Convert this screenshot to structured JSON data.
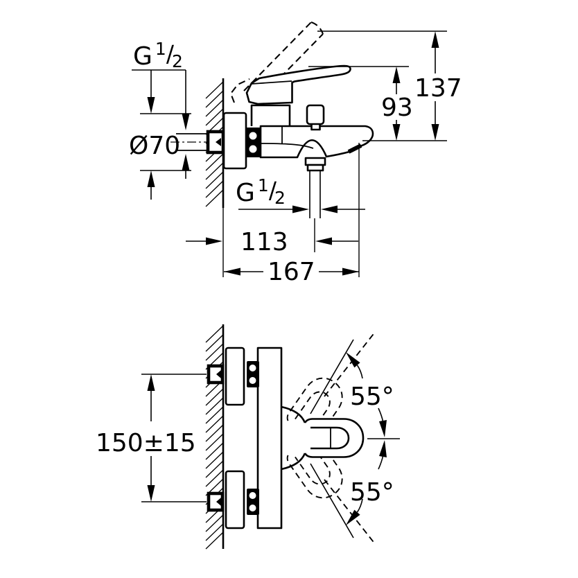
{
  "drawing": {
    "background": "#ffffff",
    "ink": "#000000",
    "side_view": {
      "thread_label_top": {
        "prefix": "G",
        "numerator": "1",
        "slash": "/",
        "denominator": "2"
      },
      "flange_diameter_label": "Ø70",
      "spout_height_label": "93",
      "total_height_label": "137",
      "thread_label_bottom": {
        "prefix": "G",
        "numerator": "1",
        "slash": "/",
        "denominator": "2"
      },
      "wall_to_outlet_label": "113",
      "projection_label": "167"
    },
    "plan_view": {
      "mounting_distance_label": "150±15",
      "handle_swing_upper_label": "55°",
      "handle_swing_lower_label": "55°"
    }
  }
}
